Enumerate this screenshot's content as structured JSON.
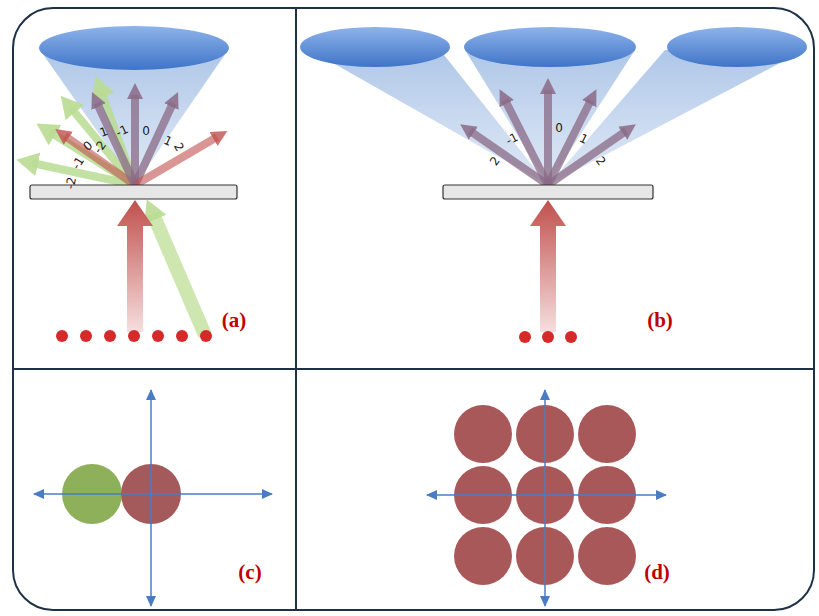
{
  "diagram": {
    "labels": [
      "(a)",
      "0",
      "1",
      "-1",
      "2",
      "-2",
      "1",
      "0",
      "-1",
      "-2",
      "(b)",
      "2",
      "-1",
      "0",
      "1",
      "2",
      "(c)",
      "(d)"
    ]
  }
}
